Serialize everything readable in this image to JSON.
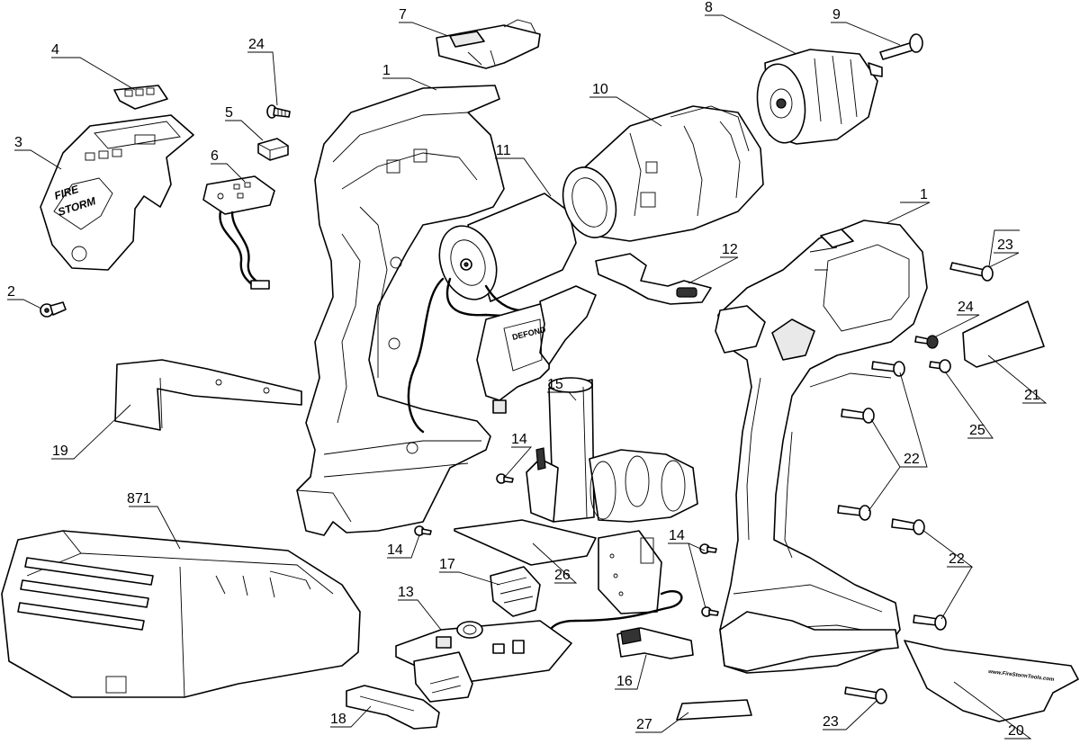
{
  "callouts": {
    "c1a": "1",
    "c1b": "1",
    "c2": "2",
    "c3": "3",
    "c4": "4",
    "c5": "5",
    "c6": "6",
    "c7": "7",
    "c8": "8",
    "c9": "9",
    "c10": "10",
    "c11": "11",
    "c12": "12",
    "c13": "13",
    "c14a": "14",
    "c14b": "14",
    "c14c": "14",
    "c15": "15",
    "c16": "16",
    "c17": "17",
    "c18": "18",
    "c19": "19",
    "c20": "20",
    "c21": "21",
    "c22a": "22",
    "c22b": "22",
    "c23a": "23",
    "c23b": "23",
    "c24a": "24",
    "c24b": "24",
    "c25": "25",
    "c26": "26",
    "c27": "27",
    "c871": "871"
  },
  "printed_marks": {
    "logo_line1": "FIRE",
    "logo_line2": "STORM",
    "switch_brand": "DEFOND",
    "web_address": "www.FireStormTools.com"
  }
}
